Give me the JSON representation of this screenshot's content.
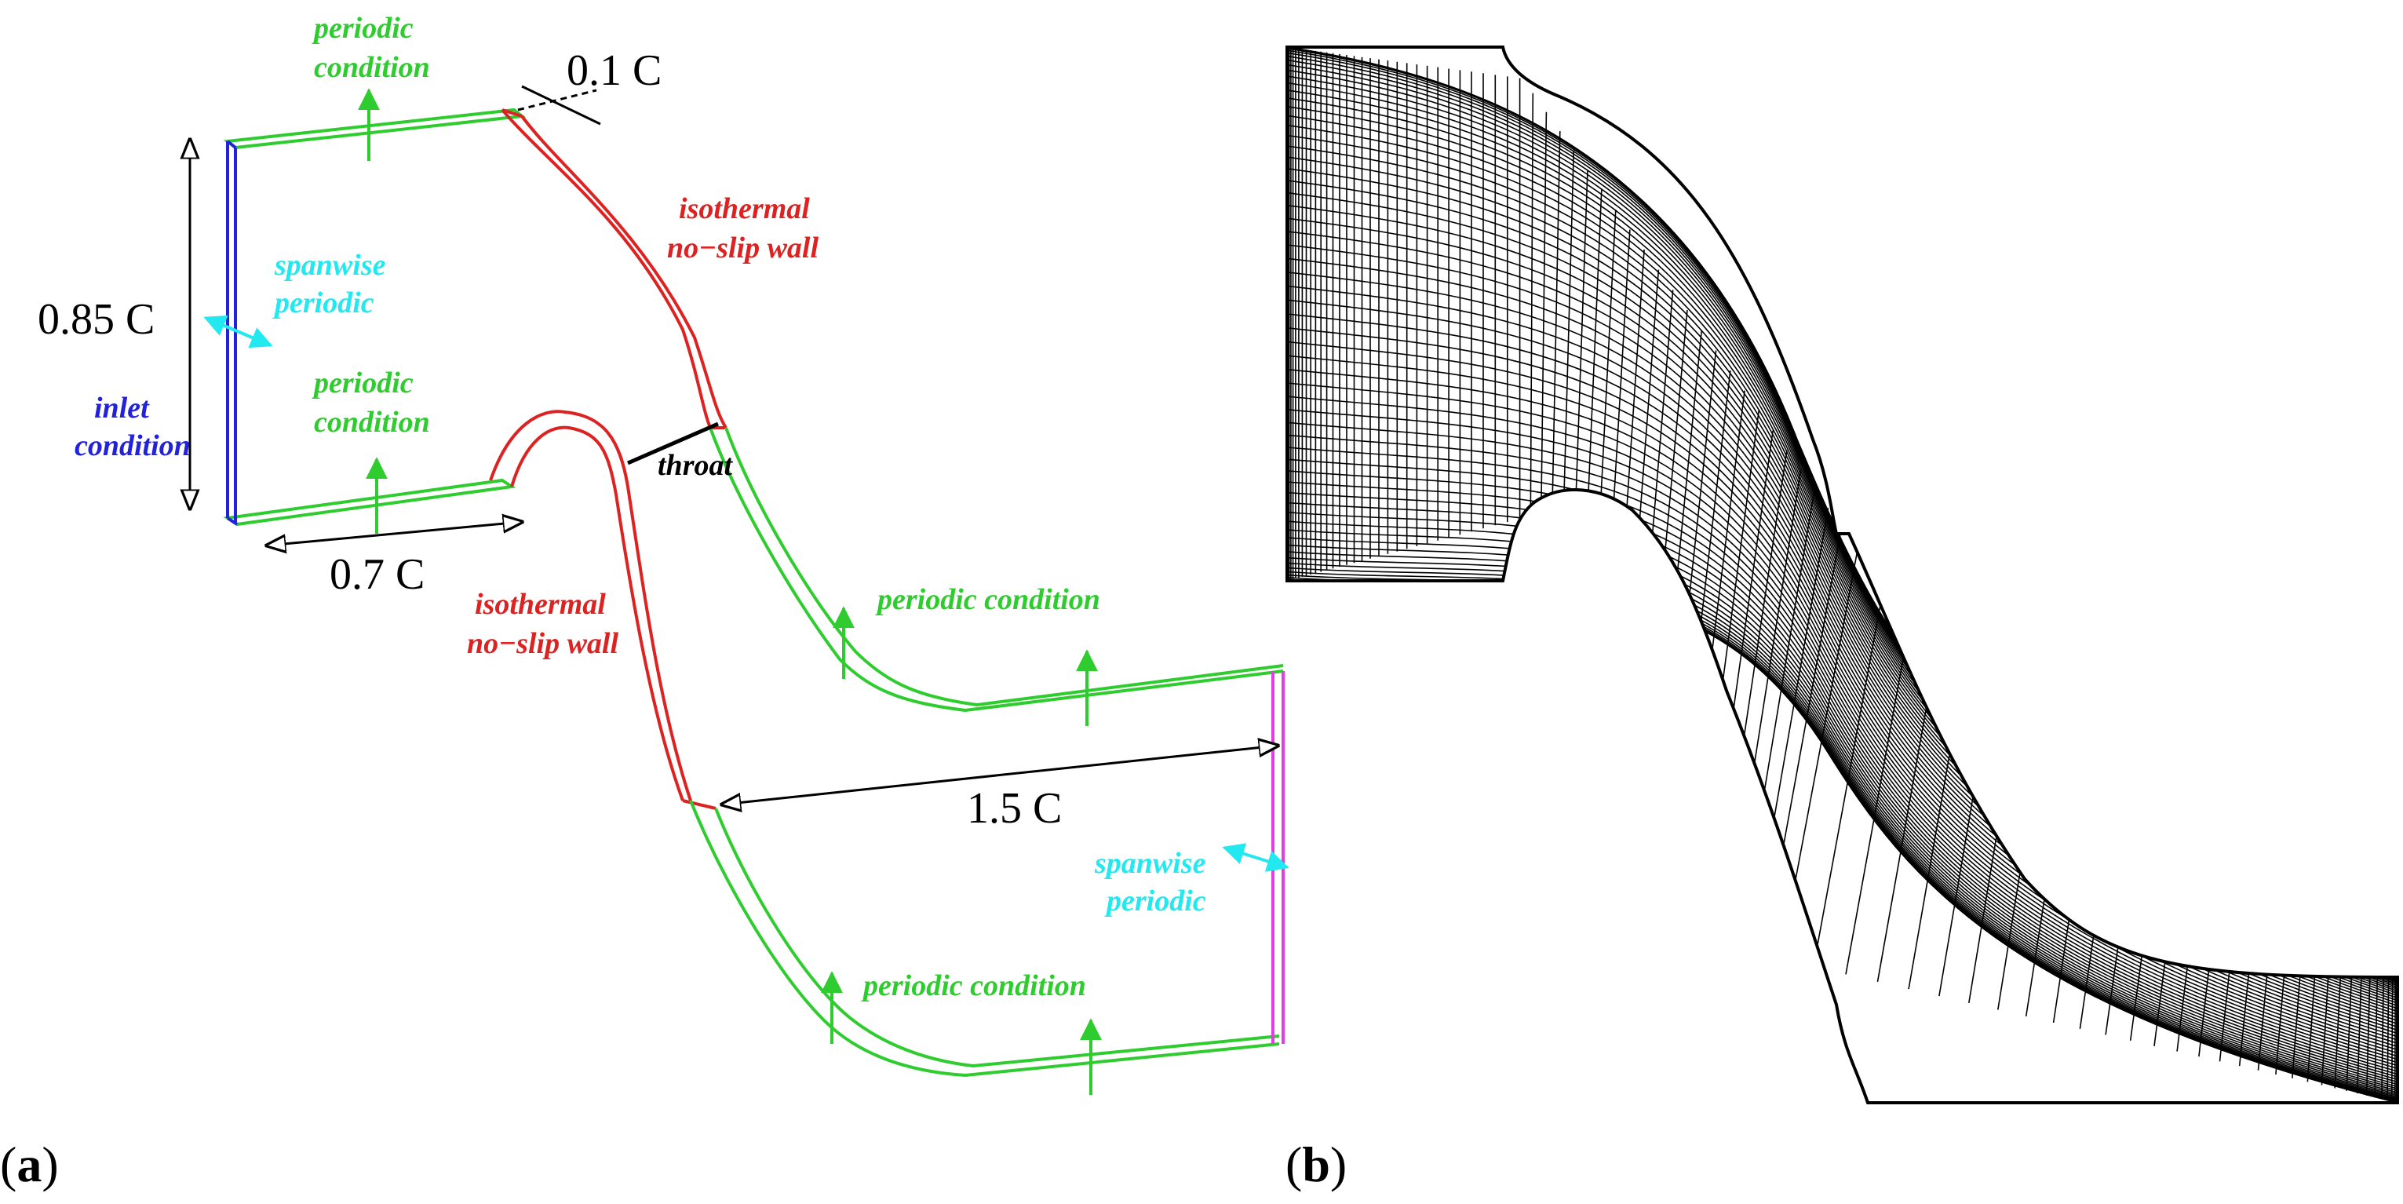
{
  "colors": {
    "periodic": "#2ecc2e",
    "wall": "#dd2222",
    "inlet": "#2222dd",
    "spanwise": "#22e8f0",
    "outlet": "#e040e0",
    "dimension": "#000000",
    "mesh": "#000000"
  },
  "panel_a": {
    "label_letter": "a",
    "open_paren": "(",
    "close_paren": ")",
    "periodic_top_1": "periodic",
    "periodic_top_2": "condition",
    "periodic_mid_1": "periodic",
    "periodic_mid_2": "condition",
    "periodic_right_1": "periodic condition",
    "periodic_right_2": "periodic condition",
    "spanwise_left_1": "spanwise",
    "spanwise_left_2": "periodic",
    "spanwise_right_1": "spanwise",
    "spanwise_right_2": "periodic",
    "inlet_1": "inlet",
    "inlet_2": "condition",
    "wall_top_1": "isothermal",
    "wall_top_2": "no−slip wall",
    "wall_bottom_1": "isothermal",
    "wall_bottom_2": "no−slip wall",
    "throat": "throat",
    "dim_pitch": "0.85 C",
    "dim_inlet_len": "0.7 C",
    "dim_span": "0.1 C",
    "dim_outlet": "1.5 C"
  },
  "panel_b": {
    "label_letter": "b",
    "open_paren": "(",
    "close_paren": ")"
  }
}
